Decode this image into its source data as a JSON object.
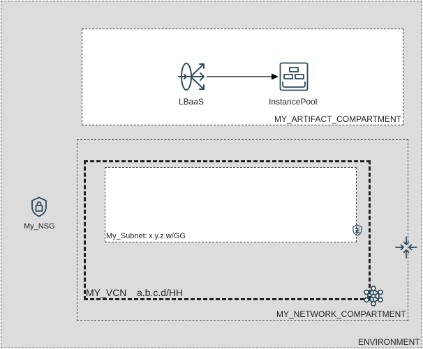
{
  "diagram": {
    "environment_label": "ENVIRONMENT",
    "artifact_compartment_label": "MY_ARTIFACT_COMPARTMENT",
    "network_compartment_label": "MY_NETWORK_COMPARTMENT",
    "vcn_name": "MY_VCN",
    "vcn_cidr": "a.b.c.d/HH",
    "subnet_name": "My_Subnet:",
    "subnet_cidr": "x.y.z.w/GG",
    "nsg_label": "My_NSG",
    "lbaas_label": "LBaaS",
    "instance_pool_label": "InstancePool"
  },
  "colors": {
    "icon_stroke": "#2e4a5b",
    "background": "#dcdcdc"
  }
}
